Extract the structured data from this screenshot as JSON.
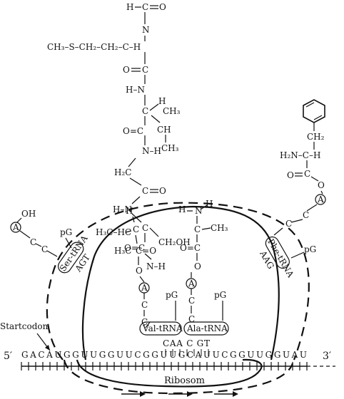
{
  "formyl": {
    "h": "H",
    "c": "C",
    "o": "O",
    "n": "N",
    "h2": "H"
  },
  "met": {
    "side": "CH₃–S–CH₂–CH₂–C–H",
    "c": "C",
    "o": "O"
  },
  "val": {
    "nh": "H–N",
    "c": "C",
    "h": "H",
    "ch": "CH",
    "ch3a": "CH₃",
    "ch3b": "CH₃",
    "co": "O=C"
  },
  "gly": {
    "nh": "N–H",
    "h2c": "H₂C",
    "c": "C",
    "o": "O"
  },
  "ser": {
    "nh": "H–N",
    "c": "C",
    "h": "H",
    "ch2oh": "CH₂OH",
    "co": "O=C",
    "nh2": "N–H"
  },
  "thr": {
    "h": "H",
    "c": "C",
    "h3c": "H₃C–HC",
    "o": "O",
    "co": "C=O",
    "oh": "H₃C",
    "ox": "O"
  },
  "ala": {
    "h": "H",
    "n": "N",
    "h2": "H",
    "c": "C",
    "ch3": "CH₃",
    "co": "O=C",
    "o": "O"
  },
  "phe": {
    "ch2": "CH₂",
    "h2n": "H₂N–C–H",
    "c": "C",
    "o": "O"
  },
  "ser_tail": {
    "oh": "OH",
    "a": "A",
    "c1": "C",
    "c2": "C",
    "pg": "pG",
    "trna": "Ser-tRNA",
    "anti": "AGT"
  },
  "phe_tail": {
    "a": "A",
    "c1": "C",
    "c2": "C",
    "pg": "pG",
    "trna": "Phe-tRNA",
    "anti": "AAG"
  },
  "val_tail": {
    "a": "A",
    "c1": "C",
    "c2": "C",
    "trna": "Val-tRNA"
  },
  "ala_tail": {
    "a": "A",
    "c1": "C",
    "c2": "C",
    "pg": "pG",
    "pg2": "pG",
    "trna": "Ala-tRNA"
  },
  "anticodon_mid": "CAA C GT",
  "start_codon": "Startcodon",
  "five_prime": "5′",
  "three_prime": "3′",
  "mrna": "G A C A U G G U U G G U U C G G U U G C A U U C G G U U G G U A U",
  "ribosome": "Ribosom"
}
